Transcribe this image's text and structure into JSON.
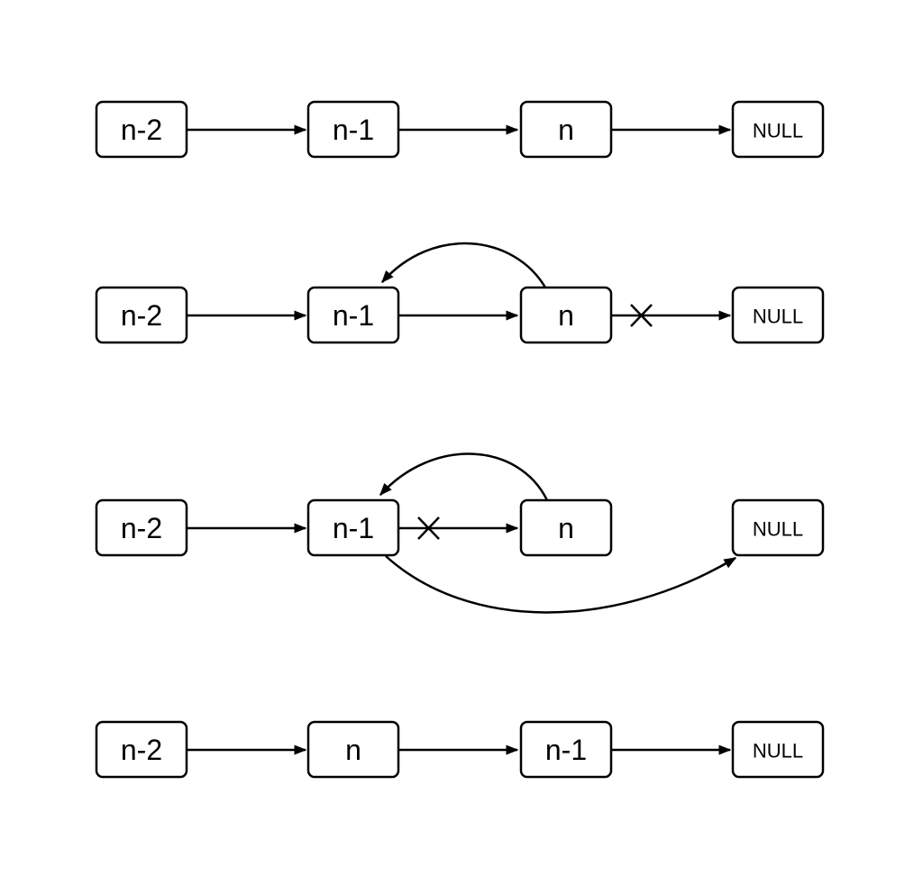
{
  "colors": {
    "stroke": "#000000",
    "background": "#ffffff"
  },
  "rows": [
    {
      "nodes": [
        "n-2",
        "n-1",
        "n",
        "NULL"
      ]
    },
    {
      "nodes": [
        "n-2",
        "n-1",
        "n",
        "NULL"
      ]
    },
    {
      "nodes": [
        "n-2",
        "n-1",
        "n",
        "NULL"
      ]
    },
    {
      "nodes": [
        "n-2",
        "n",
        "n-1",
        "NULL"
      ]
    }
  ]
}
